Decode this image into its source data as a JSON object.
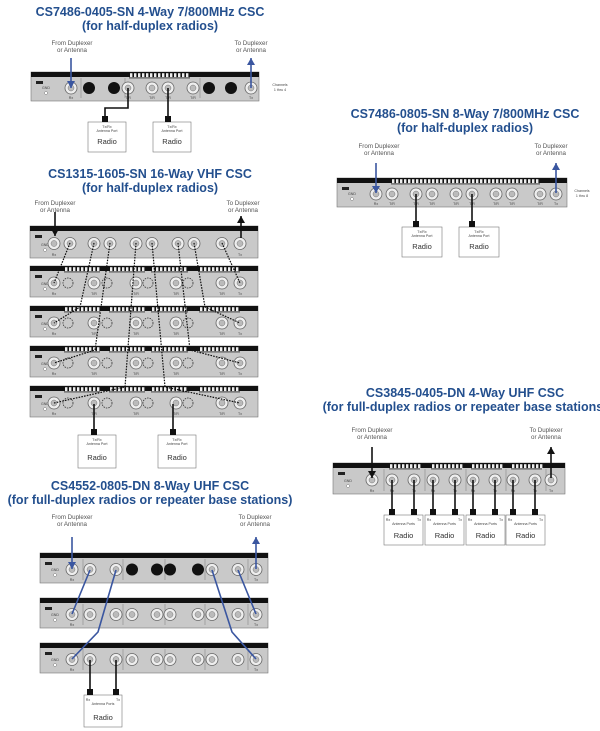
{
  "colors": {
    "title": "#234f8e",
    "arrow_blue": "#3a56a0",
    "rack_body": "#c9c9c9",
    "rack_bar": "#111111",
    "cable": "#111111"
  },
  "common": {
    "from_line1": "From Duplexer",
    "from_line2": "or Antenna",
    "to_line1": "To Duplexer",
    "to_line2": "or Antenna",
    "radio": "Radio",
    "half_port": "Tx/Rx",
    "half_port2": "Antenna Port",
    "full_rx": "Rx",
    "full_tx": "Tx",
    "full_ports": "Antenna Ports",
    "rx_port": "Rx",
    "tx_port": "Tx",
    "tr_port": "T/R",
    "gnd": "GND"
  },
  "diagrams": [
    {
      "title1": "CS7486-0405-SN 4-Way 7/800MHz CSC",
      "title2": "(for half-duplex radios)",
      "channels1": "Channels",
      "channels2": "1 thru 4"
    },
    {
      "title1": "CS7486-0805-SN 8-Way 7/800MHz CSC",
      "title2": "(for half-duplex radios)",
      "channels1": "Channels",
      "channels2": "1 thru 8"
    },
    {
      "title1": "CS1315-1605-SN 16-Way VHF CSC",
      "title2": "(for half-duplex radios)"
    },
    {
      "title1": "CS3845-0405-DN 4-Way UHF CSC",
      "title2": "(for full-duplex radios or repeater base stations)"
    },
    {
      "title1": "CS4552-0805-DN 8-Way UHF CSC",
      "title2": "(for full-duplex radios or repeater base stations)"
    }
  ]
}
